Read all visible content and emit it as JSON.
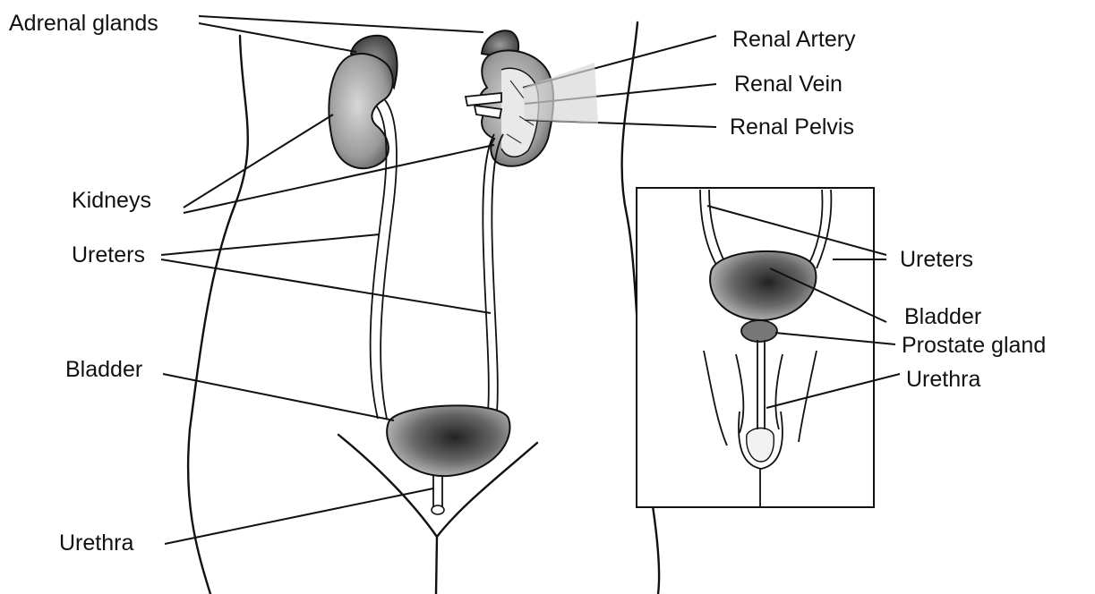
{
  "diagram": {
    "main_view": {
      "labels": {
        "adrenal_glands": "Adrenal glands",
        "kidneys": "Kidneys",
        "ureters": "Ureters",
        "bladder": "Bladder",
        "urethra": "Urethra",
        "renal_artery": "Renal Artery",
        "renal_vein": "Renal Vein",
        "renal_pelvis": "Renal Pelvis"
      }
    },
    "inset_view": {
      "labels": {
        "ureters": "Ureters",
        "bladder": "Bladder",
        "prostate_gland": "Prostate gland",
        "urethra": "Urethra"
      }
    },
    "colors": {
      "ink": "#111111",
      "organ_shading": "#555555",
      "background": "#ffffff"
    }
  }
}
